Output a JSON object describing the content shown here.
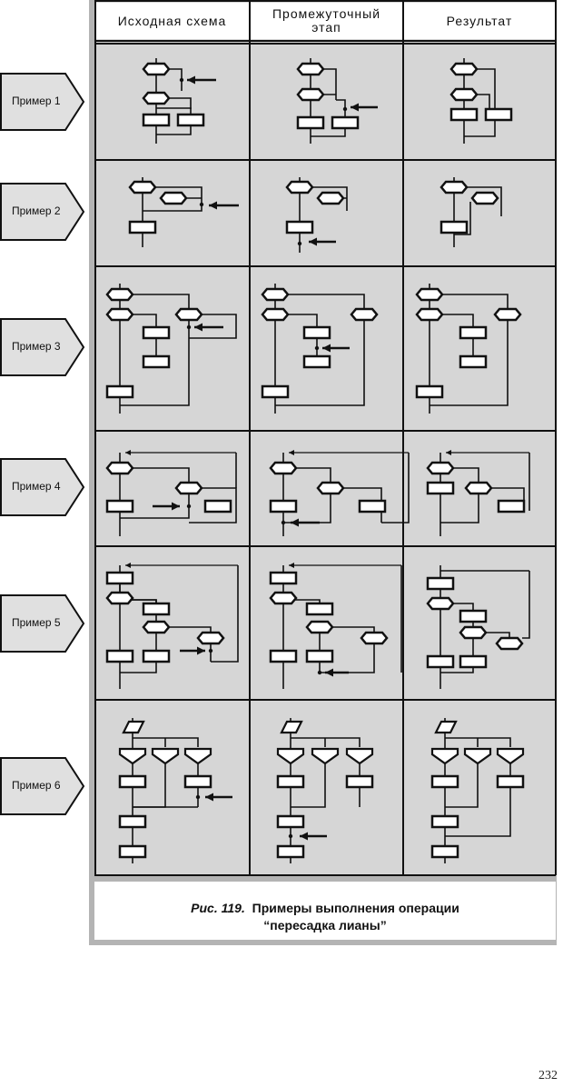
{
  "table": {
    "columns": [
      "Исходная схема",
      "Промежуточный этап",
      "Результат"
    ],
    "rows": [
      {
        "label": "Пример 1"
      },
      {
        "label": "Пример 2"
      },
      {
        "label": "Пример 3"
      },
      {
        "label": "Пример 4"
      },
      {
        "label": "Пример 5"
      },
      {
        "label": "Пример 6"
      }
    ]
  },
  "caption": {
    "figure_label": "Рис. 119.",
    "title_line1": "Примеры выполнения операции",
    "title_line2": "“пересадка лианы”"
  },
  "page_number": "232"
}
